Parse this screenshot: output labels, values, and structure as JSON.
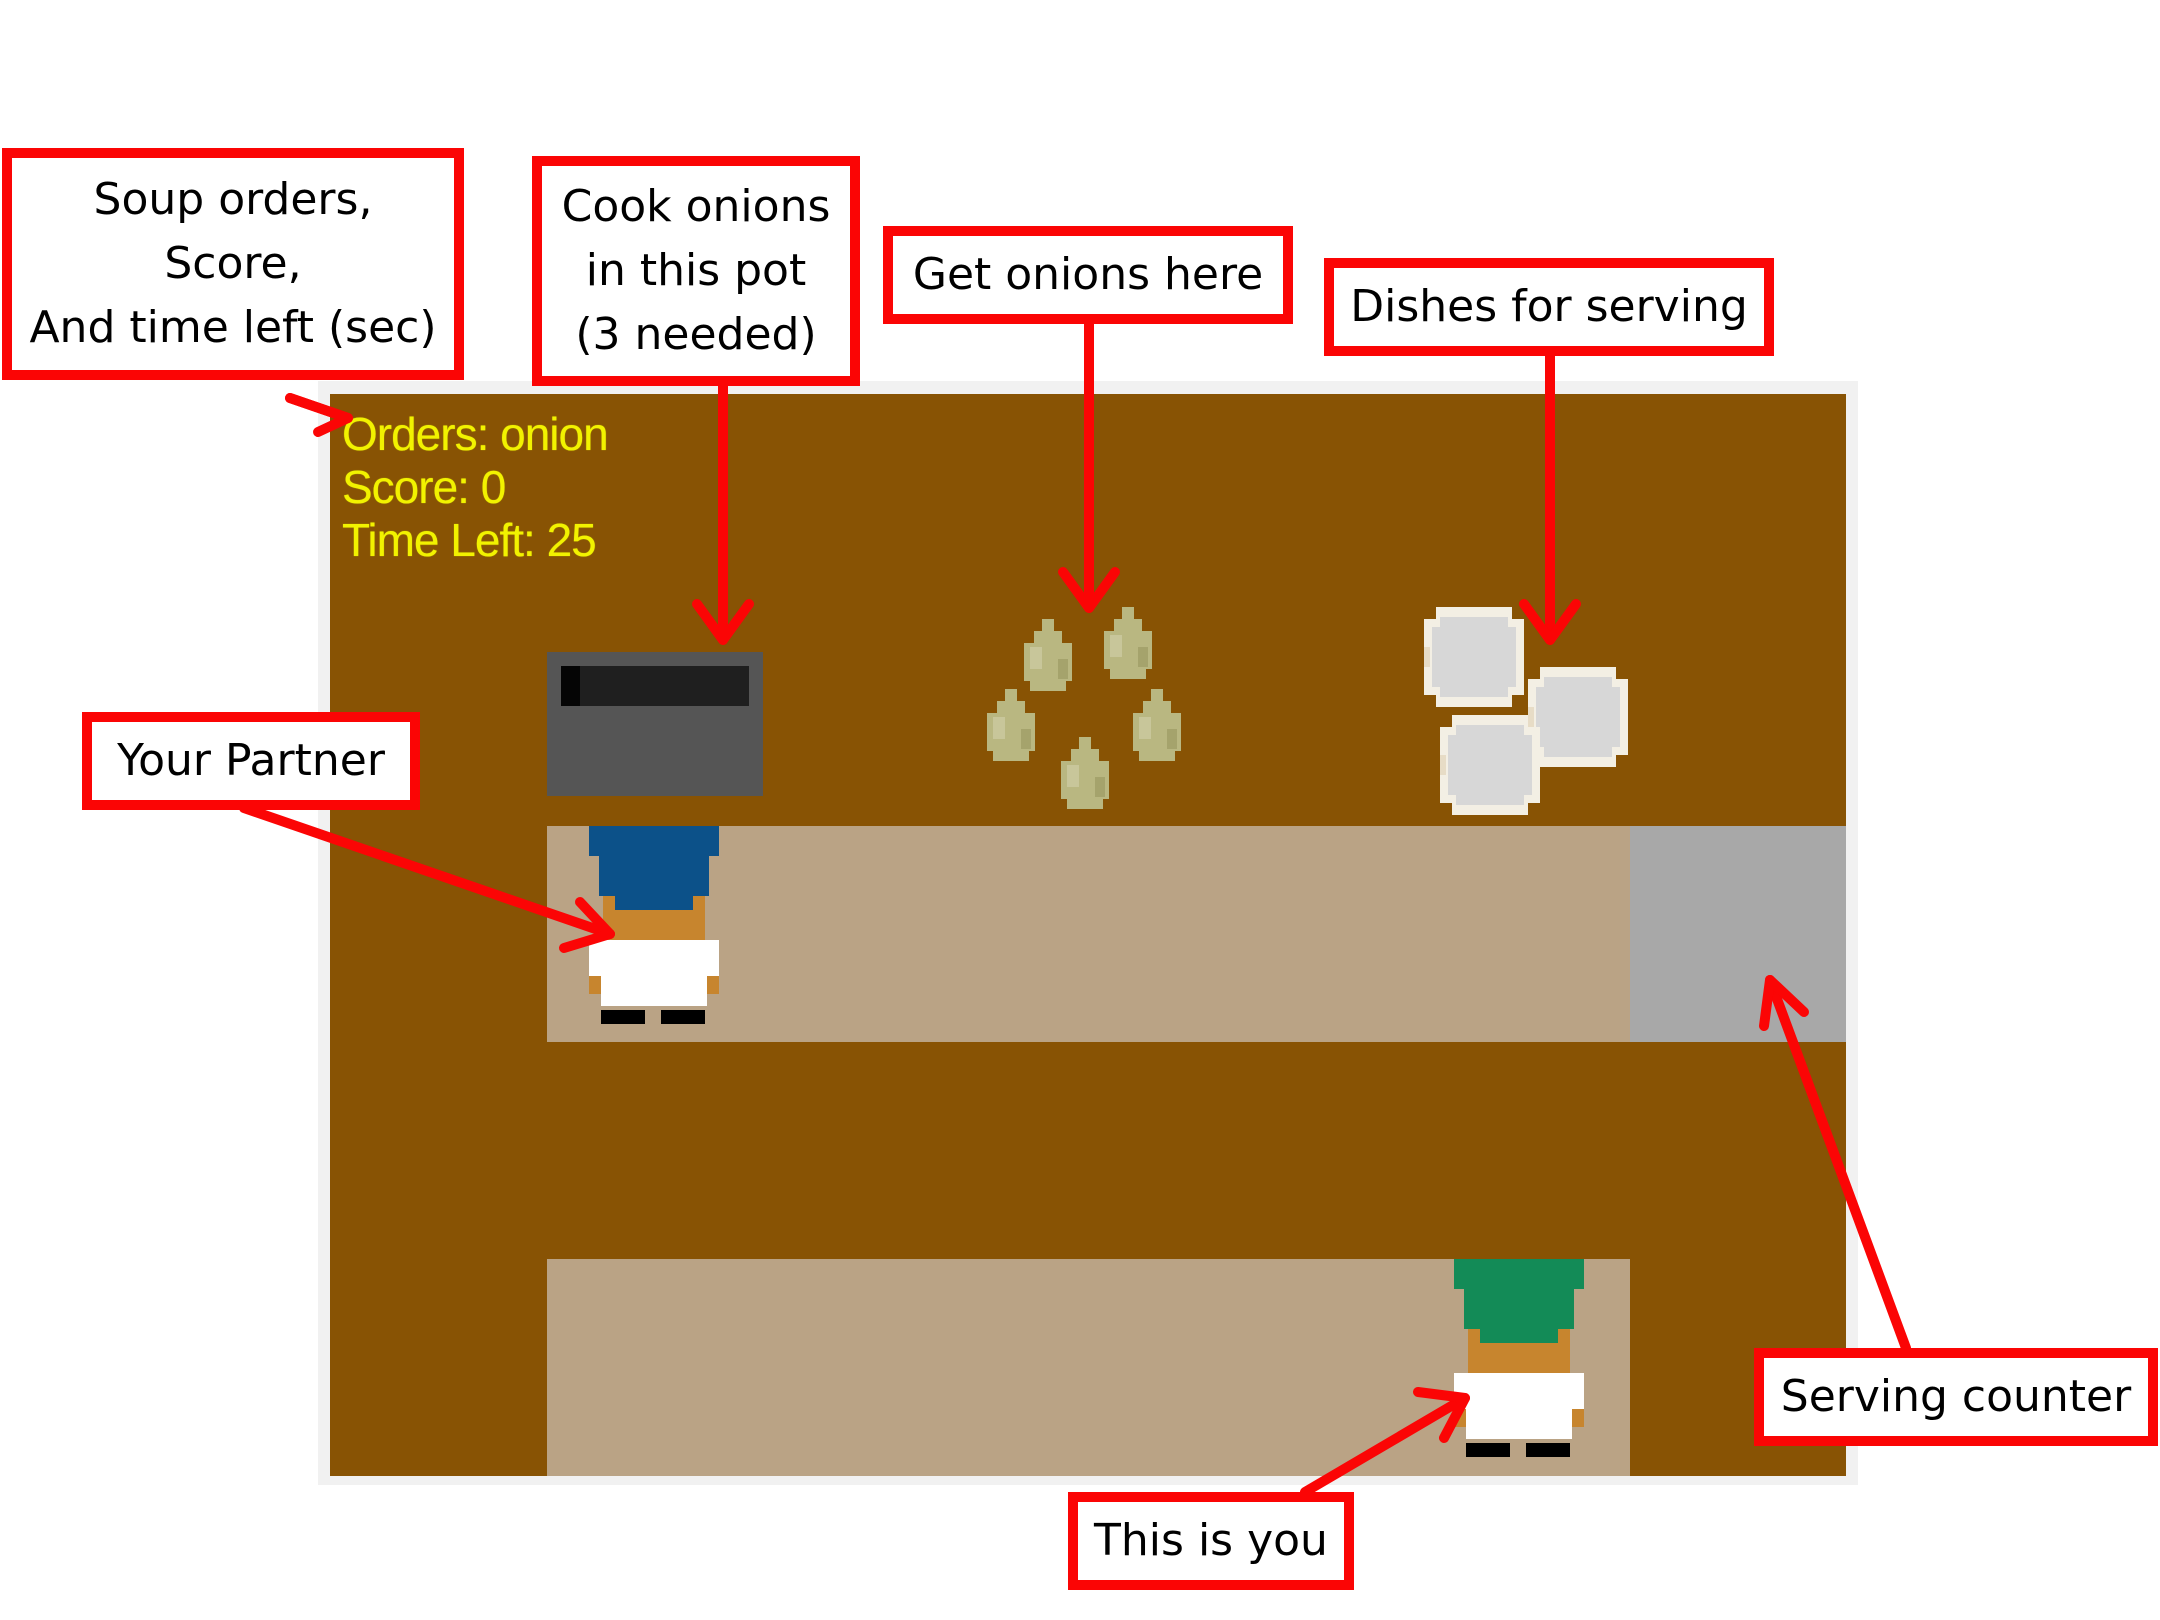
{
  "hud": {
    "orders": "Orders: onion",
    "score": "Score: 0",
    "time_left": "Time Left: 25"
  },
  "pot": {
    "cook_progress": 0.1
  },
  "callouts": {
    "hud": "Soup orders,\nScore,\nAnd time left (sec)",
    "pot": "Cook onions\nin this pot\n(3 needed)",
    "onions": "Get onions here",
    "dishes": "Dishes for serving",
    "partner": "Your Partner",
    "serving": "Serving counter",
    "you": "This is you"
  },
  "colors": {
    "wall": "#885304",
    "floor": "#baa385",
    "serving_counter": "#a8a8a8",
    "pot": "#555555",
    "hud_text": "#f2f200",
    "callout_border": "#fb0505",
    "partner_hat": "#0c5189",
    "player_hat": "#138b57"
  },
  "icons": {
    "onion_pile": "onion-icon",
    "dish_stack": "dish-icon",
    "partner": "chef-icon",
    "player": "chef-icon"
  }
}
